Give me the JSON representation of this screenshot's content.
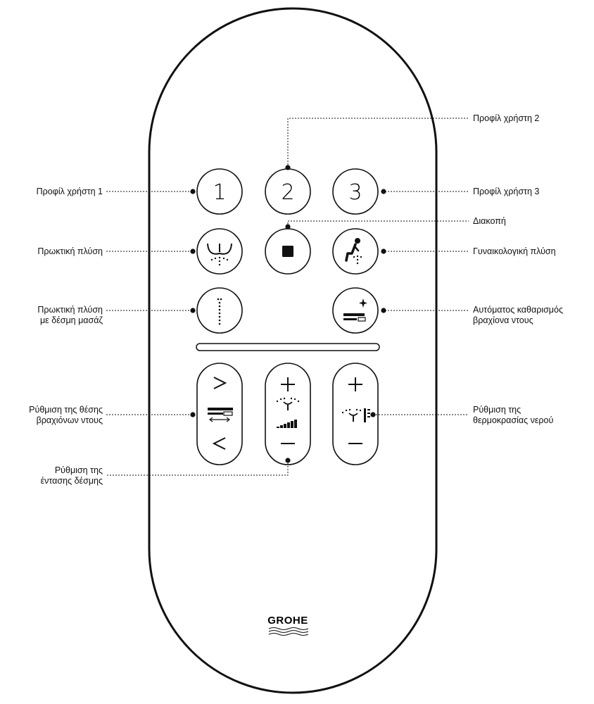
{
  "brand": {
    "logo_text": "GROHE"
  },
  "remote": {
    "buttons": {
      "profile_1": "1",
      "profile_2": "2",
      "profile_3": "3"
    }
  },
  "labels": {
    "profile_2": "Προφίλ χρήστη 2",
    "profile_1": "Προφίλ χρήστη 1",
    "profile_3": "Προφίλ χρήστη 3",
    "stop": "Διακοπή",
    "rear_wash": "Πρωκτική πλύση",
    "lady_wash": "Γυναικολογική πλύση",
    "massage_wash": [
      "Πρωκτική πλύση",
      "με δέσμη μασάζ"
    ],
    "auto_clean": [
      "Αυτόματος καθαρισμός",
      "βραχίονα ντους"
    ],
    "arm_position": [
      "Ρύθμιση της θέσης",
      "βραχιόνων ντους"
    ],
    "water_temp": [
      "Ρύθμιση της",
      "θερμοκρασίας νερού"
    ],
    "spray_intensity": [
      "Ρύθμιση της",
      "έντασης δέσμης"
    ]
  },
  "icons": {
    "profile_1": "profile-1-icon",
    "profile_2": "profile-2-icon",
    "profile_3": "profile-3-icon",
    "stop": "stop-square-icon",
    "rear_wash": "rear-wash-icon",
    "lady_wash": "lady-wash-icon",
    "massage_wash": "massage-spray-icon",
    "auto_clean": "nozzle-clean-icon",
    "arm_forward": "chevron-right-icon",
    "arm_back": "chevron-left-icon",
    "intensity_up": "plus-icon",
    "intensity_down": "minus-icon",
    "temp_up": "plus-icon",
    "temp_down": "minus-icon"
  },
  "colors": {
    "ink": "#111111",
    "body": "#ffffff"
  }
}
